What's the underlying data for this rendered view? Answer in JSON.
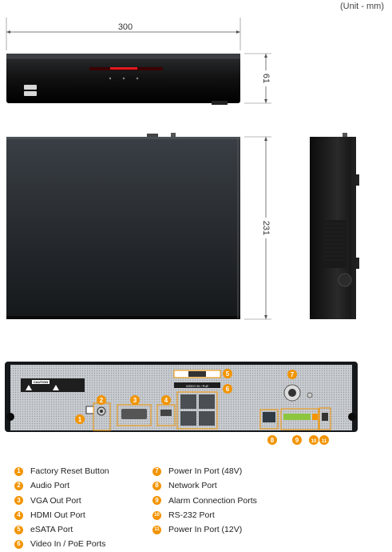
{
  "unit_label": "(Unit - mm)",
  "dimensions": {
    "width": "300",
    "height": "61",
    "depth": "231"
  },
  "accent_color": "#f29400",
  "rear_panel_labels": {
    "esata": "eSATA",
    "video_in_poe": "VIDEO IN / PoE",
    "caution": "CAUTION"
  },
  "legend_left": [
    {
      "num": "1",
      "label": "Factory Reset Button"
    },
    {
      "num": "2",
      "label": "Audio Port"
    },
    {
      "num": "3",
      "label": "VGA Out Port"
    },
    {
      "num": "4",
      "label": "HDMI Out Port"
    },
    {
      "num": "5",
      "label": "eSATA Port"
    },
    {
      "num": "6",
      "label": "Video In / PoE Ports"
    }
  ],
  "legend_right": [
    {
      "num": "7",
      "label": "Power In Port (48V)"
    },
    {
      "num": "8",
      "label": "Network Port"
    },
    {
      "num": "9",
      "label": "Alarm Connection Ports"
    },
    {
      "num": "10",
      "label": "RS-232 Port"
    },
    {
      "num": "11",
      "label": "Power In Port (12V)"
    }
  ]
}
